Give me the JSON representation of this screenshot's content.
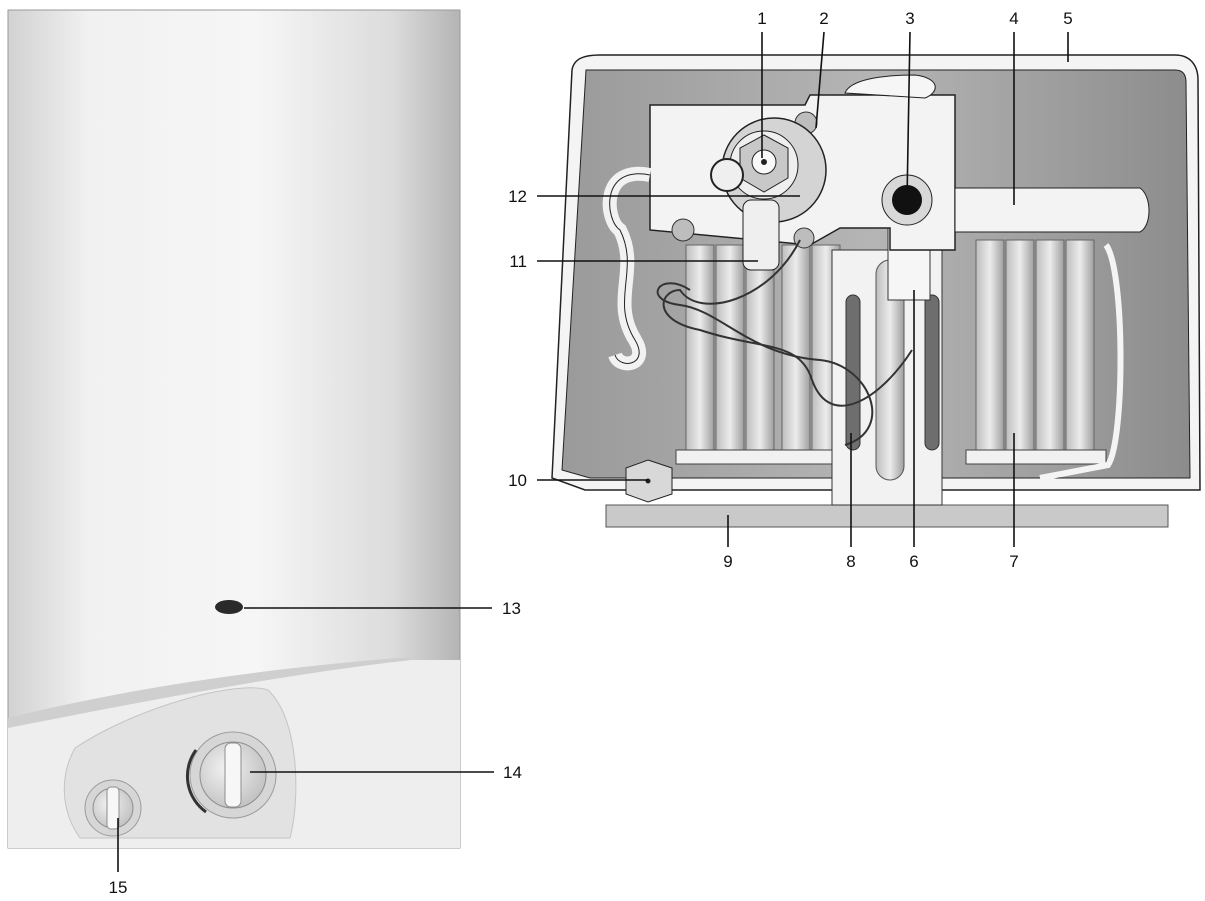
{
  "callouts": {
    "c1": "1",
    "c2": "2",
    "c3": "3",
    "c4": "4",
    "c5": "5",
    "c6": "6",
    "c7": "7",
    "c8": "8",
    "c9": "9",
    "c10": "10",
    "c11": "11",
    "c12": "12",
    "c13": "13",
    "c14": "14",
    "c15": "15"
  },
  "colors": {
    "panel_light": "#f4f4f4",
    "panel_dark": "#b8b8b8",
    "interior_dark": "#8a8a8a",
    "interior_mid": "#a9a9a9",
    "line": "#111111"
  }
}
